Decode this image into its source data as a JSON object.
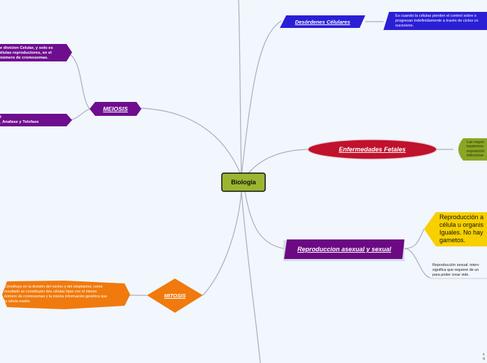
{
  "colors": {
    "background": "#f2f6fd",
    "connector": "#a9aeb8",
    "central_fill": "#9ab631",
    "meiosis_purple": "#6e0d8e",
    "disorders_blue": "#2b1fd6",
    "fetal_red": "#c0112d",
    "fetal_green": "#8aa624",
    "reproduction_purple": "#6b0a83",
    "reproduction_yellow": "#f7d000",
    "mitosis_orange": "#f07a0d"
  },
  "central": {
    "label": "Biologia"
  },
  "branches": {
    "meiosis": {
      "label": "MEIOSIS",
      "note_top": [
        "e divicion Celular, y solo es",
        "élulas reproductores, en el",
        " número de cromosomas."
      ],
      "note_bottom": [
        "t",
        "_Anafase y Telofase"
      ]
    },
    "disorders": {
      "label": "Desórdenes Célulares",
      "note": [
        "Es cuando la células  pierden el control sobre s",
        "progresan indefinidamente a través de ciclos co",
        "sucesivos."
      ]
    },
    "fetal": {
      "label": "Enfermedades  Fetales",
      "note": [
        "Las mayor",
        "trastornos",
        "exposición",
        "infecciose"
      ]
    },
    "reproduction": {
      "label": "Reproduccion asexual y sexual",
      "asexual_note": [
        "Reproducción a",
        "célula u organis",
        "Iguales. No hay",
        "gametos."
      ],
      "sexual_note": [
        "Reproducción sexual: interv",
        "significa que requiere de un",
        "para poder crear vide."
      ]
    },
    "mitosis": {
      "label": "MITOSIS",
      "note": [
        "Constituye en la división del núcleo y del citoplasma; como",
        "resultado se constituyen dos células hijas con el mismo",
        "número de cromosomas y la misma información genética que",
        "la célula madre."
      ]
    }
  },
  "corner_fragment": [
    "s",
    "q"
  ]
}
